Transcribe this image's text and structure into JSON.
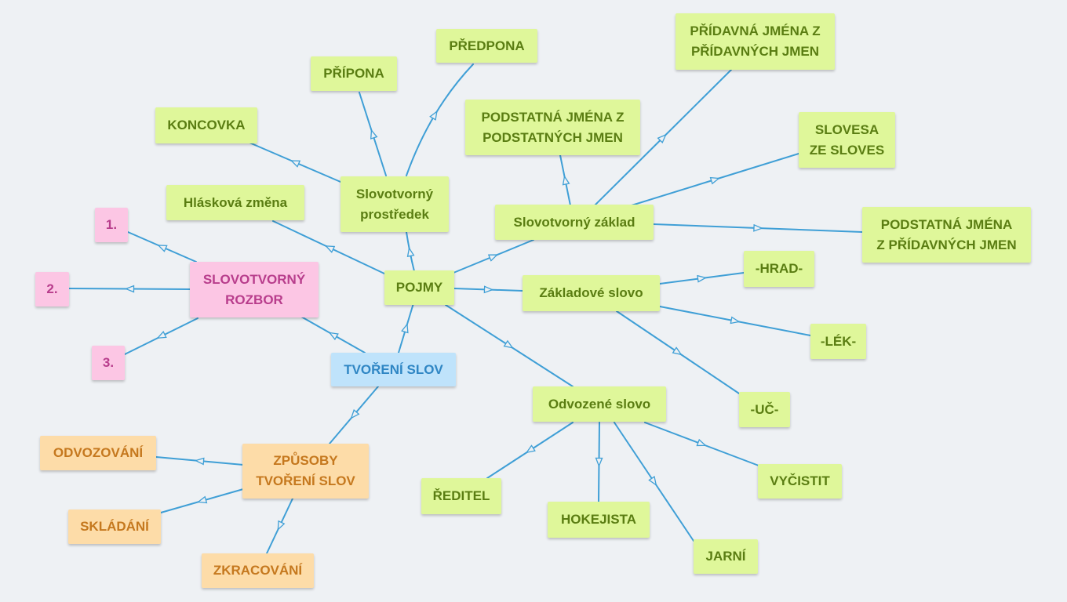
{
  "colors": {
    "edge": "#3f9fd6",
    "green_bg": "#dff79a",
    "green_text": "#5a7d12",
    "pink_bg": "#fcc6e4",
    "pink_text": "#b83d8c",
    "blue_bg": "#bfe3fb",
    "blue_text": "#2f86c4",
    "orange_bg": "#fddca8",
    "orange_text": "#c5781e",
    "background": "#eef1f4"
  },
  "nodes": {
    "tvoreni_slov": "TVOŘENÍ SLOV",
    "pojmy": "POJMY",
    "slovotvorny_prostredek": "Slovotvorný\nprostředek",
    "koncovka": "KONCOVKA",
    "pripona": "PŘÍPONA",
    "predpona": "PŘEDPONA",
    "hlaskova_zmena": "Hlásková změna",
    "slovotvorny_zaklad": "Slovotvorný základ",
    "pridavna_jmena": "PŘÍDAVNÁ JMÉNA Z\nPŘÍDAVNÝCH JMEN",
    "podstatna_jmena_z_podstatnych": "PODSTATNÁ JMÉNA Z\nPODSTATNÝCH JMEN",
    "slovesa_ze_sloves": "SLOVESA\nZE SLOVES",
    "podstatna_jmena_z_pridavnych": "PODSTATNÁ JMÉNA\nZ PŘÍDAVNÝCH JMEN",
    "zakladove_slovo": "Základové slovo",
    "hrad": "-HRAD-",
    "lek": "-LÉK-",
    "uc": "-UČ-",
    "odvozene_slovo": "Odvozené slovo",
    "reditel": "ŘEDITEL",
    "hokejista": "HOKEJISTA",
    "jarni": "JARNÍ",
    "vycistit": "VYČISTIT",
    "slovotvorny_rozbor": "SLOVOTVORNÝ\nROZBOR",
    "bod1": "1.",
    "bod2": "2.",
    "bod3": "3.",
    "zpusoby": "ZPŮSOBY\nTVOŘENÍ SLOV",
    "odvozovani": "ODVOZOVÁNÍ",
    "skladani": "SKLÁDÁNÍ",
    "zkracovani": "ZKRACOVÁNÍ"
  }
}
